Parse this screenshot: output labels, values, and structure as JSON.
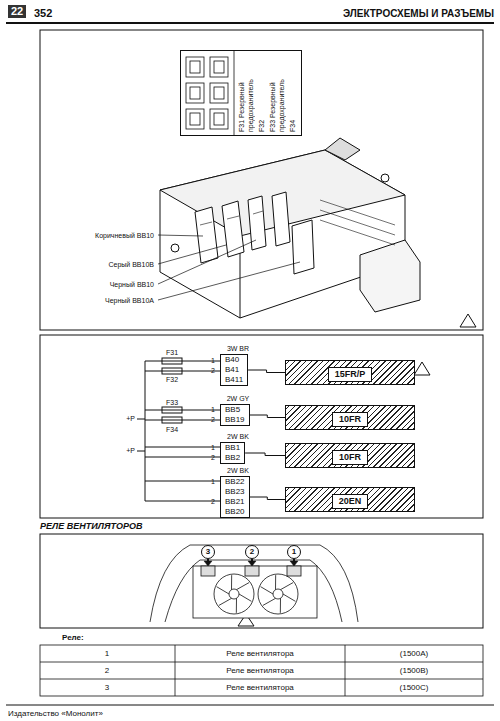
{
  "diagram": {
    "nodes": [
      {
        "text": [
          "22"
        ]
      },
      {
        "text": [
          "F31 Резервный предохранитель",
          "F32",
          "F33 Резервный предохранитель",
          "F34"
        ]
      },
      {
        "text": [
          "B40",
          "B41",
          "B411"
        ]
      },
      {
        "text": [
          "BB5",
          "BB19"
        ]
      },
      {
        "text": [
          "BB1",
          "BB2"
        ]
      },
      {
        "text": [
          "BB22",
          "BB23",
          "BB21",
          "BB20"
        ]
      },
      {
        "text": [
          "15FR/P"
        ]
      },
      {
        "text": [
          "10FR"
        ]
      },
      {
        "text": [
          "10FR"
        ]
      },
      {
        "text": [
          "20EN"
        ]
      }
    ],
    "edges": [
      {
        "from": 2,
        "to": 6,
        "arrow": "none"
      },
      {
        "from": 3,
        "to": 7,
        "arrow": "none"
      },
      {
        "from": 4,
        "to": 8,
        "arrow": "none"
      },
      {
        "from": 5,
        "to": 9,
        "arrow": "none"
      }
    ],
    "labels": [
      "352",
      "ЭЛЕКТРОСХЕМЫ И РАЗЪЕМЫ",
      "Коричневый BB10",
      "Серый BB10B",
      "Черный BB10",
      "Черный BB10A",
      "F31",
      "F32",
      "F33",
      "F34",
      "+P",
      "+P",
      "3W BR",
      "2W GY",
      "2W BK",
      "2W BK",
      "РЕЛЕ ВЕНТИЛЯТОРОВ",
      "3",
      "2",
      "1",
      "Реле:",
      "1",
      "Реле вентилятора",
      "(1500A)",
      "2",
      "Реле вентилятора",
      "(1500B)",
      "3",
      "Реле вентилятора",
      "(1500C)",
      "Издательство «Монолит»",
      "1",
      "2",
      "1",
      "2",
      "1",
      "2",
      "1",
      "2"
    ]
  }
}
